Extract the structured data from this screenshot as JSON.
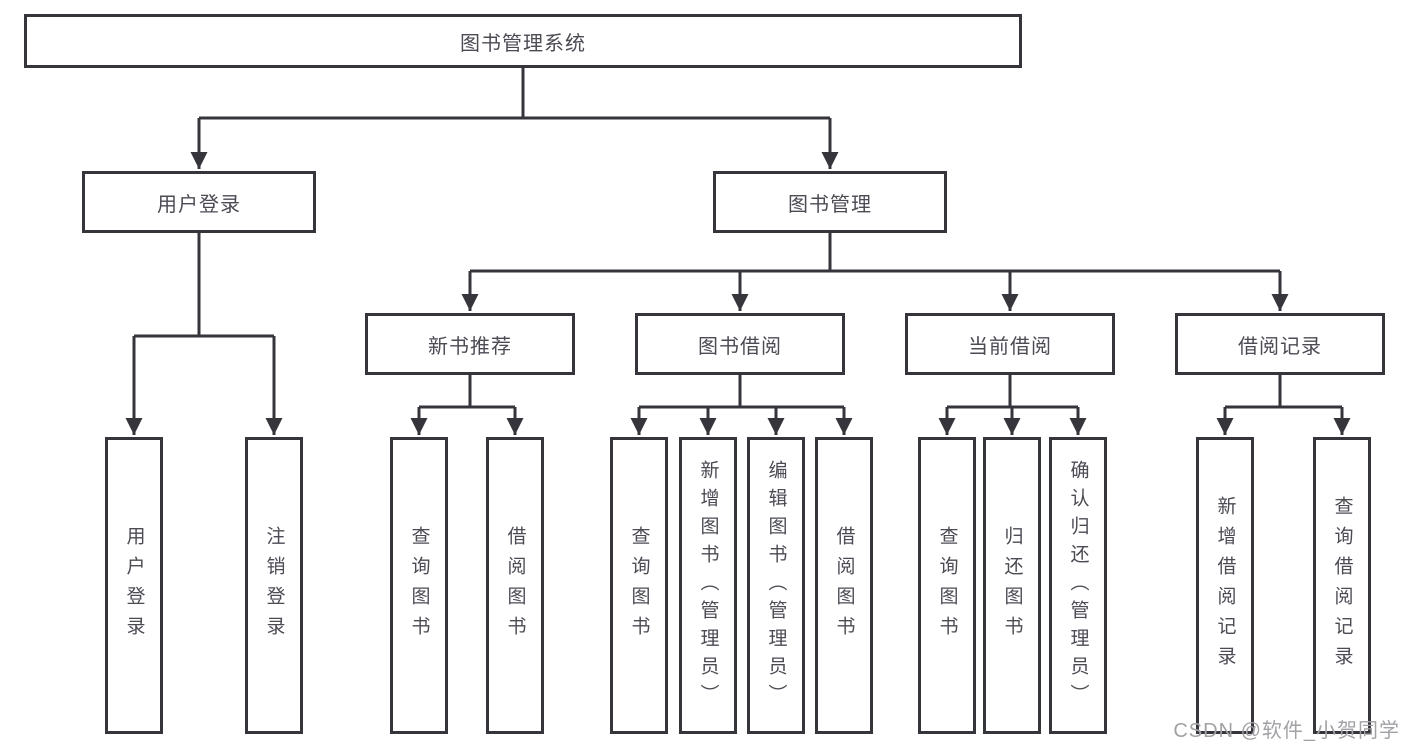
{
  "diagram": {
    "tree": {
      "label": "图书管理系统",
      "children": [
        {
          "label": "用户登录",
          "children": [
            {
              "label": "用户登录"
            },
            {
              "label": "注销登录"
            }
          ]
        },
        {
          "label": "图书管理",
          "children": [
            {
              "label": "新书推荐",
              "children": [
                {
                  "label": "查询图书"
                },
                {
                  "label": "借阅图书"
                }
              ]
            },
            {
              "label": "图书借阅",
              "children": [
                {
                  "label": "查询图书"
                },
                {
                  "label": "新增图书（管理员）"
                },
                {
                  "label": "编辑图书（管理员）"
                },
                {
                  "label": "借阅图书"
                }
              ]
            },
            {
              "label": "当前借阅",
              "children": [
                {
                  "label": "查询图书"
                },
                {
                  "label": "归还图书"
                },
                {
                  "label": "确认归还（管理员）"
                }
              ]
            },
            {
              "label": "借阅记录",
              "children": [
                {
                  "label": "新增借阅记录"
                },
                {
                  "label": "查询借阅记录"
                }
              ]
            }
          ]
        }
      ]
    },
    "colors": {
      "line": "#35353b",
      "text": "#4b4b54",
      "background": "#ffffff",
      "watermark_color": "#a2a2a6"
    }
  },
  "watermark": {
    "text": "CSDN @软件_小贺同学"
  }
}
